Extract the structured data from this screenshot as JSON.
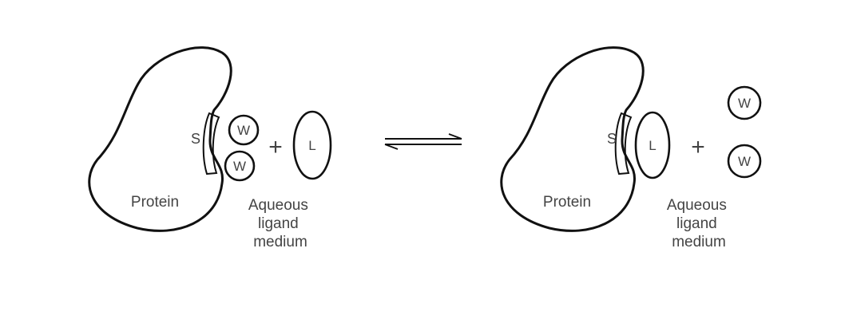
{
  "left_state": {
    "protein_label": "Protein",
    "site_label": "S",
    "bound_molecules": [
      "W",
      "W"
    ],
    "plus": "+",
    "free_molecules": [
      "L"
    ],
    "medium_label": [
      "Aqueous",
      "ligand",
      "medium"
    ]
  },
  "equilibrium": {
    "symbol": "reversible-equilibrium-arrows"
  },
  "right_state": {
    "protein_label": "Protein",
    "site_label": "S",
    "bound_molecules": [
      "L"
    ],
    "plus": "+",
    "free_molecules": [
      "W",
      "W"
    ],
    "medium_label": [
      "Aqueous",
      "ligand",
      "medium"
    ]
  }
}
